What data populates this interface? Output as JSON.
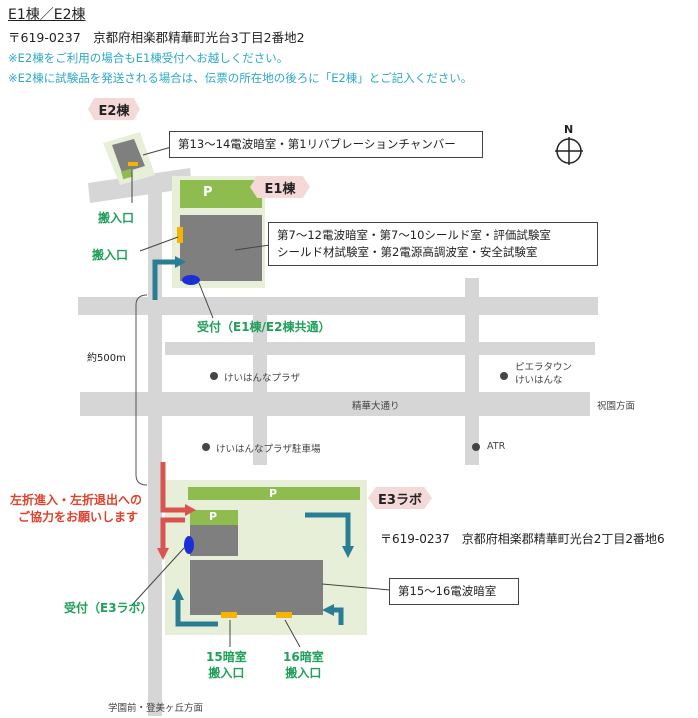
{
  "header": {
    "title": "E1棟／E2棟",
    "address": "〒619-0237　京都府相楽郡精華町光台3丁目2番地2",
    "note1": "※E2棟をご利用の場合もE1棟受付へお越しください。",
    "note2": "※E2棟に試験品を発送される場合は、伝票の所在地の後ろに「E2棟」とご記入ください。"
  },
  "map": {
    "compass": "N",
    "e2_tag": "E2棟",
    "e1_tag": "E1棟",
    "e3_tag": "E3ラボ",
    "parking": "P",
    "e2_callout": "第13～14電波暗室・第1リバブレーションチャンバー",
    "e1_callout_line1": "第7～12電波暗室・第7～10シールド室・評価試験室",
    "e1_callout_line2": "シールド材試験室・第2電源高調波室・安全試験室",
    "e3_callout": "第15～16電波暗室",
    "e2_loading": "搬入口",
    "e1_loading": "搬入口",
    "e1_reception": "受付（E1棟/E2棟共通）",
    "distance": "約500m",
    "landmark_keihanna_plaza": "けいはんなプラザ",
    "landmark_pieratown_1": "ピエラタウン",
    "landmark_pieratown_2": "けいはんな",
    "street_main": "精華大通り",
    "direction_hosono": "祝園方面",
    "landmark_plaza_parking": "けいはんなプラザ駐車場",
    "landmark_atr": "ATR",
    "turn_note_1": "左折進入・左折退出への",
    "turn_note_2": "ご協力をお願いします",
    "e3_address": "〒619-0237　京都府相楽郡精華町光台2丁目2番地6",
    "e3_reception": "受付（E3ラボ）",
    "room15_1": "15暗室",
    "room15_2": "搬入口",
    "room16_1": "16暗室",
    "room16_2": "搬入口",
    "direction_south": "学園前・登美ヶ丘方面"
  },
  "colors": {
    "road": "#d6d6d6",
    "lot": "#e8efd8",
    "parking": "#8fbc4e",
    "building": "#7f7f7f",
    "arrow": "#2a7e94",
    "red_arrow": "#d9534f",
    "tag_bg": "#f5d9d9",
    "loading": "#f5b400",
    "reception": "#1a2fd6"
  }
}
